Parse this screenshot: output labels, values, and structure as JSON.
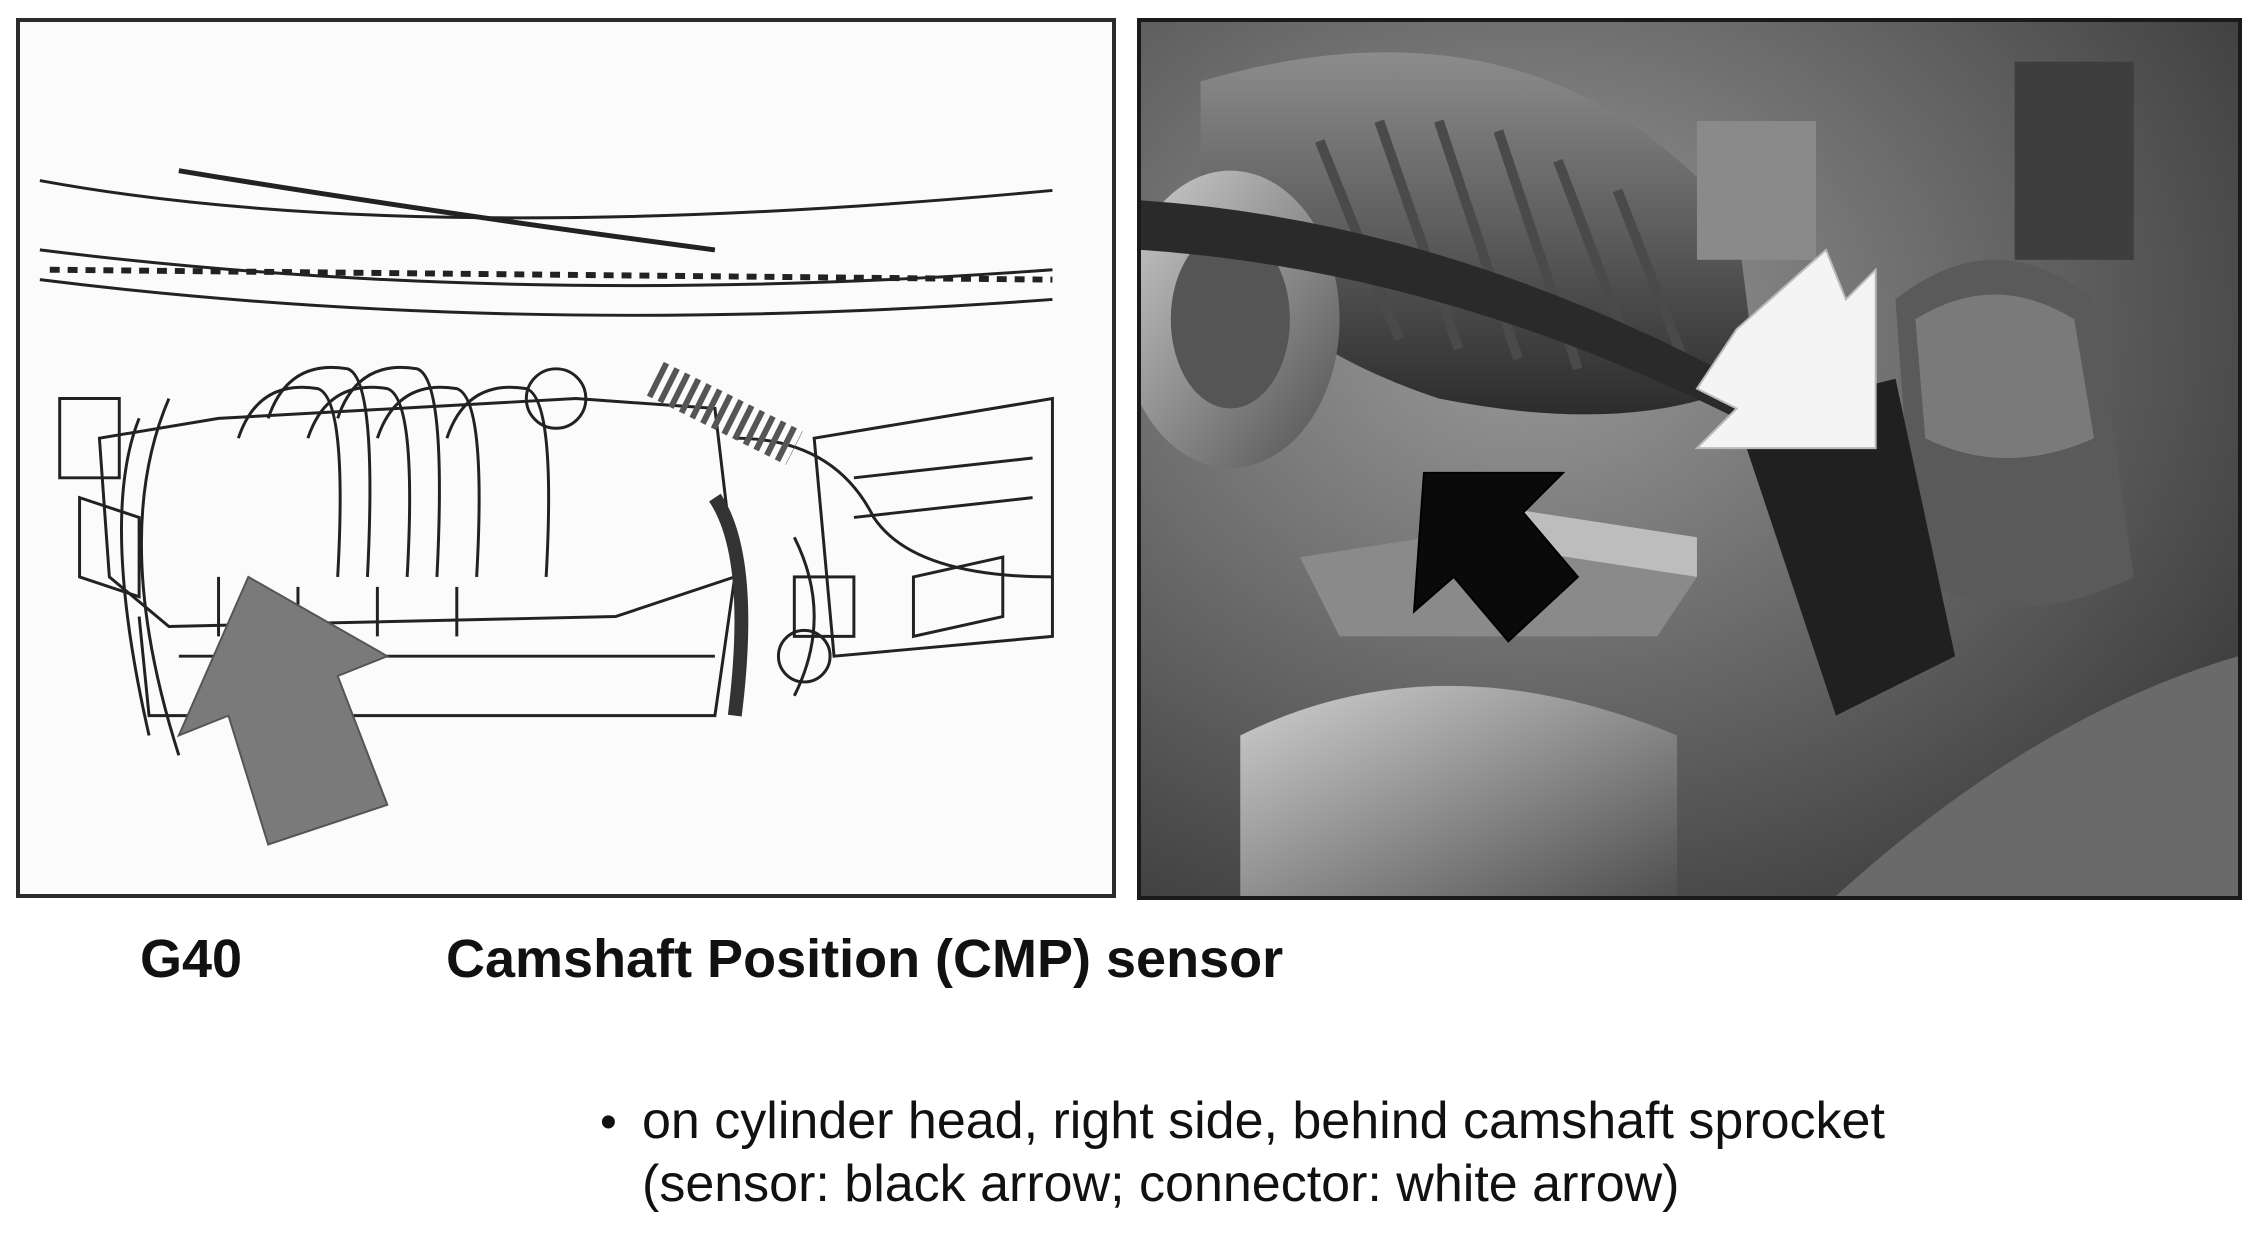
{
  "figures": {
    "left": {
      "kind": "line-drawing",
      "arrow_icon": "gray-arrow-icon",
      "arrow_color": "#7a7a7a"
    },
    "right": {
      "kind": "photograph",
      "black_arrow_icon": "black-arrow-icon",
      "white_arrow_icon": "white-arrow-icon"
    }
  },
  "caption": {
    "code": "G40",
    "title": "Camshaft Position (CMP) sensor"
  },
  "description": {
    "line1": "on cylinder head, right side, behind camshaft sprocket",
    "line2": "(sensor: black arrow; connector: white arrow)"
  },
  "colors": {
    "text": "#111111",
    "frame": "#2b2b2b",
    "photo_base": "#6e6e6e"
  }
}
